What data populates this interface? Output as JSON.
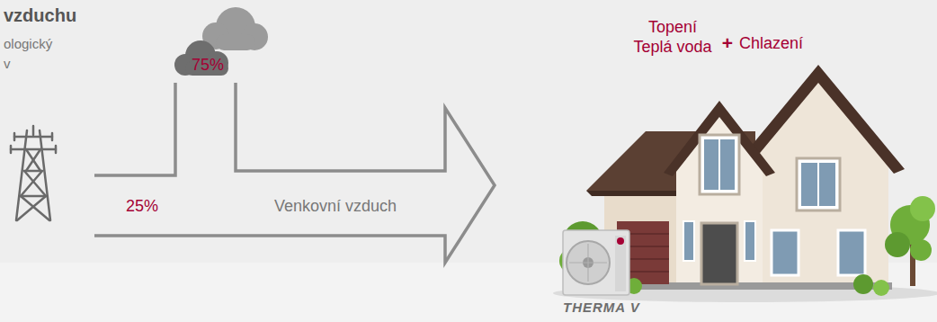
{
  "diagram": {
    "labels": [
      "vzduchu",
      "ologický",
      "v",
      "75%",
      "25%",
      "Venkovní vzduch",
      "Topení",
      "Teplá voda",
      "+",
      "Chlazení",
      "THERMA V"
    ]
  }
}
